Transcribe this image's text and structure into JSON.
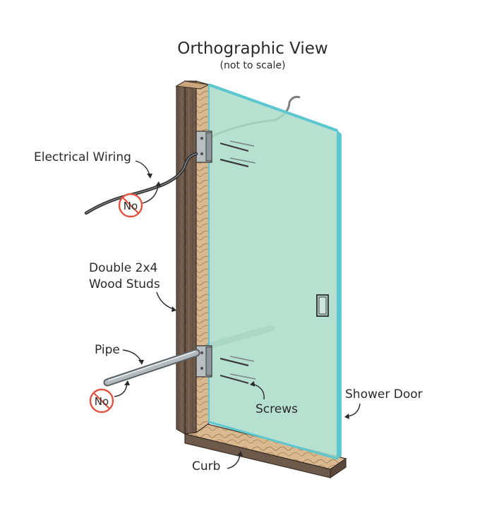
{
  "title": "Orthographic View",
  "subtitle": "(not to scale)",
  "labels": {
    "electrical_wiring": "Electrical Wiring",
    "double_studs_line1": "Double 2x4",
    "double_studs_line2": "Wood Studs",
    "pipe": "Pipe",
    "screws": "Screws",
    "shower_door": "Shower Door",
    "curb": "Curb"
  },
  "no_signs": {
    "wiring": "No",
    "pipe": "No"
  },
  "colors": {
    "glass_fill": "#a9dcc8",
    "glass_edge": "#5cc7cf",
    "stud_dark": "#6e5a4b",
    "stud_light": "#d9b98f",
    "no_sign": "#e2523f"
  }
}
